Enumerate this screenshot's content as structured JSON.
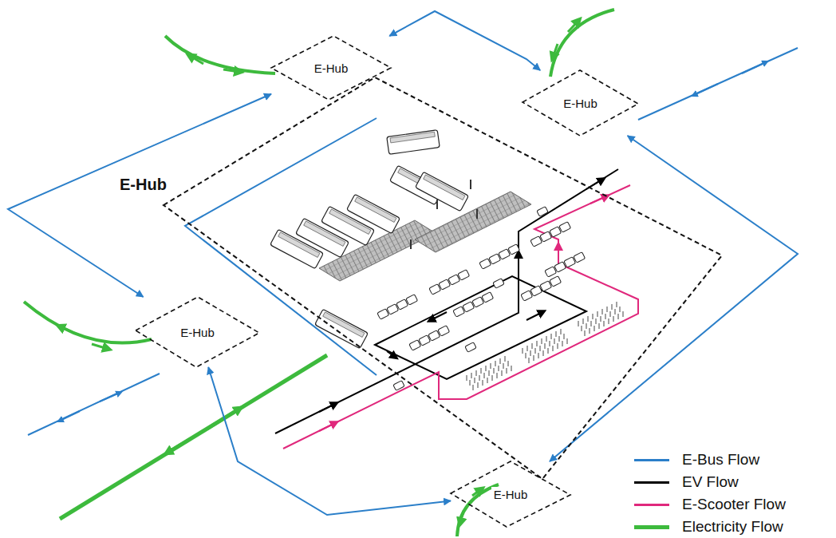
{
  "diagram": {
    "nodes": [
      {
        "text": [
          "E-Hub"
        ]
      },
      {
        "text": [
          "E-Hub"
        ]
      },
      {
        "text": [
          "E-Hub"
        ]
      },
      {
        "text": [
          "E-Hub"
        ]
      },
      {
        "text": [
          "E-Hub"
        ]
      }
    ],
    "edges": [
      {
        "from": 0,
        "to": 1,
        "arrow": "both"
      },
      {
        "from": 1,
        "to": 4,
        "arrow": "both"
      },
      {
        "from": 4,
        "to": 3,
        "arrow": "both"
      },
      {
        "from": 3,
        "to": 0,
        "arrow": "both"
      }
    ],
    "legend": [
      {
        "text": "E-Bus Flow",
        "color": "#2b7fc9"
      },
      {
        "text": "EV Flow",
        "color": "#000000"
      },
      {
        "text": "E-Scooter Flow",
        "color": "#e0287c"
      },
      {
        "text": "Electricity Flow",
        "color": "#3dba3d"
      }
    ]
  }
}
